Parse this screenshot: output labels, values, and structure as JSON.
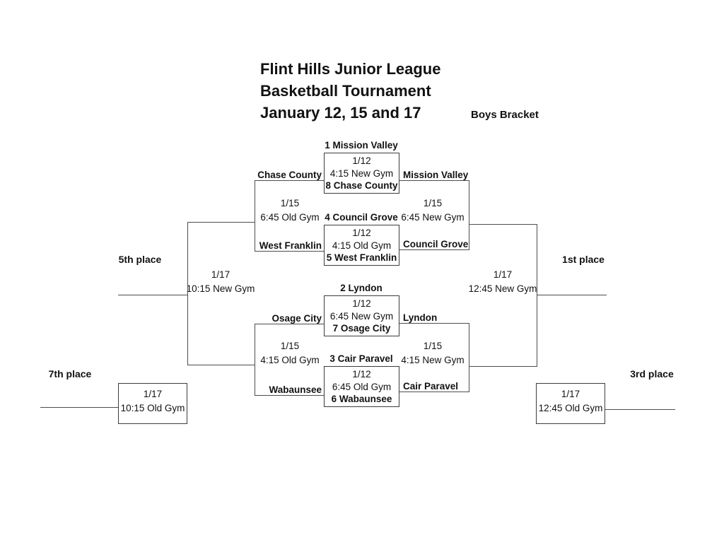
{
  "colors": {
    "text": "#111111",
    "line": "#4d4d4d"
  },
  "header": {
    "title_line1": "Flint Hills Junior League",
    "title_line2": "Basketball Tournament",
    "title_line3": "January 12, 15 and 17",
    "bracket_label": "Boys Bracket"
  },
  "round1": [
    {
      "top_seed": "1 Mission Valley",
      "date": "1/12",
      "time": "4:15 New Gym",
      "bottom_seed": "8 Chase County",
      "winner": "Mission Valley",
      "loser": "Chase County"
    },
    {
      "top_seed": "4 Council Grove",
      "date": "1/12",
      "time": "4:15 Old Gym",
      "bottom_seed": "5 West Franklin",
      "winner": "Council Grove",
      "loser": "West Franklin"
    },
    {
      "top_seed": "2 Lyndon",
      "date": "1/12",
      "time": "6:45 New Gym",
      "bottom_seed": "7 Osage City",
      "winner": "Lyndon",
      "loser": "Osage City"
    },
    {
      "top_seed": "3 Cair Paravel",
      "date": "1/12",
      "time": "6:45 Old Gym",
      "bottom_seed": "6 Wabaunsee",
      "winner": "Cair Paravel",
      "loser": "Wabaunsee"
    }
  ],
  "semifinals": {
    "consolation_upper": {
      "date": "1/15",
      "time": "6:45 Old Gym"
    },
    "winners_upper": {
      "date": "1/15",
      "time": "6:45 New Gym"
    },
    "consolation_lower": {
      "date": "1/15",
      "time": "4:15 Old Gym"
    },
    "winners_lower": {
      "date": "1/15",
      "time": "4:15 New Gym"
    }
  },
  "finals": {
    "fifth": {
      "label": "5th place",
      "date": "1/17",
      "time": "10:15 New Gym"
    },
    "first": {
      "label": "1st place",
      "date": "1/17",
      "time": "12:45 New Gym"
    },
    "seventh": {
      "label": "7th place",
      "date": "1/17",
      "time": "10:15 Old Gym"
    },
    "third": {
      "label": "3rd place",
      "date": "1/17",
      "time": "12:45 Old Gym"
    }
  }
}
